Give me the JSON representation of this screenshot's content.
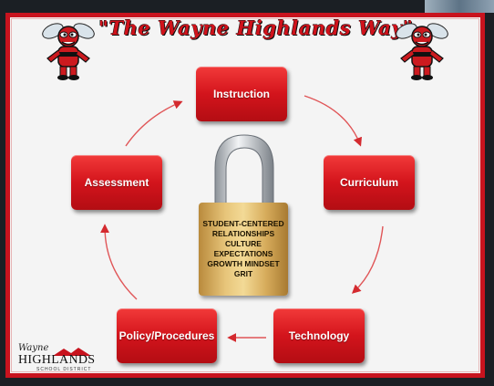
{
  "title": "\"The Wayne Highlands Way\"",
  "colors": {
    "accent": "#d0121b",
    "frame": "#c8131e",
    "lock": "#e2bd6f"
  },
  "cycle": {
    "instruction": "Instruction",
    "curriculum": "Curriculum",
    "technology": "Technology",
    "policy": "Policy/Procedures",
    "assessment": "Assessment"
  },
  "lock_lines": [
    "STUDENT-CENTERED",
    "RELATIONSHIPS",
    "CULTURE",
    "EXPECTATIONS",
    "GROWTH MINDSET",
    "GRIT"
  ],
  "logo": {
    "script": "Wayne",
    "main": "HIGHLANDS",
    "sub": "SCHOOL DISTRICT"
  },
  "icons": [
    "hornet-mascot-icon",
    "padlock-icon",
    "mountain-logo-icon"
  ]
}
